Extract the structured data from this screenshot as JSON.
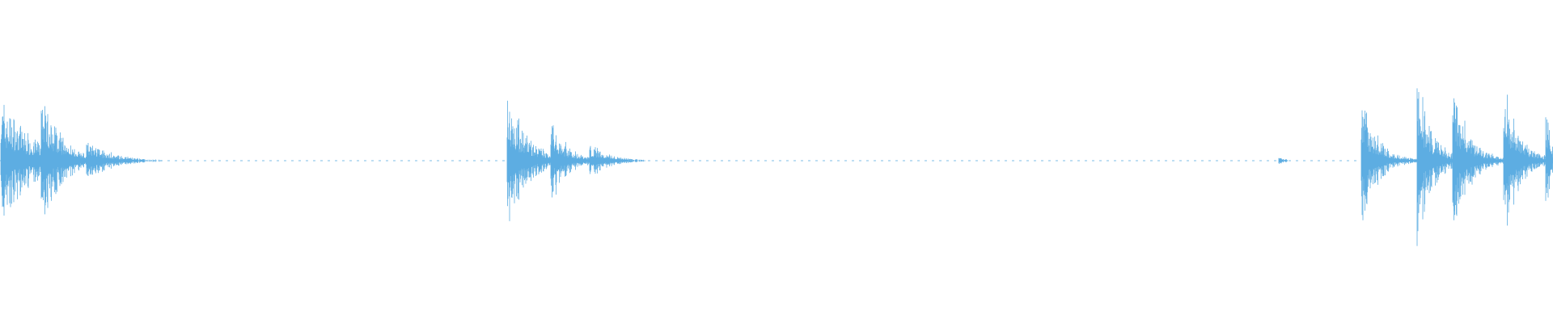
{
  "chart_data": {
    "type": "line",
    "description_kind": "audio-waveform",
    "color": "#5dade2",
    "x_range": [
      0,
      1
    ],
    "y_range": [
      -1,
      1
    ],
    "grid": false,
    "legend": "none",
    "bursts": [
      {
        "t": 0.001,
        "amplitude": 0.45,
        "decay": 0.02
      },
      {
        "t": 0.027,
        "amplitude": 0.5,
        "decay": 0.012
      },
      {
        "t": 0.056,
        "amplitude": 0.15,
        "decay": 0.015
      },
      {
        "t": 0.327,
        "amplitude": 0.52,
        "decay": 0.012
      },
      {
        "t": 0.355,
        "amplitude": 0.3,
        "decay": 0.01
      },
      {
        "t": 0.38,
        "amplitude": 0.12,
        "decay": 0.012
      },
      {
        "t": 0.824,
        "amplitude": 0.03,
        "decay": 0.004
      },
      {
        "t": 0.877,
        "amplitude": 0.44,
        "decay": 0.01
      },
      {
        "t": 0.913,
        "amplitude": 0.58,
        "decay": 0.009
      },
      {
        "t": 0.936,
        "amplitude": 0.57,
        "decay": 0.01
      },
      {
        "t": 0.969,
        "amplitude": 0.52,
        "decay": 0.01
      },
      {
        "t": 0.996,
        "amplitude": 0.35,
        "decay": 0.006
      }
    ],
    "noise_floor": 0.004
  }
}
